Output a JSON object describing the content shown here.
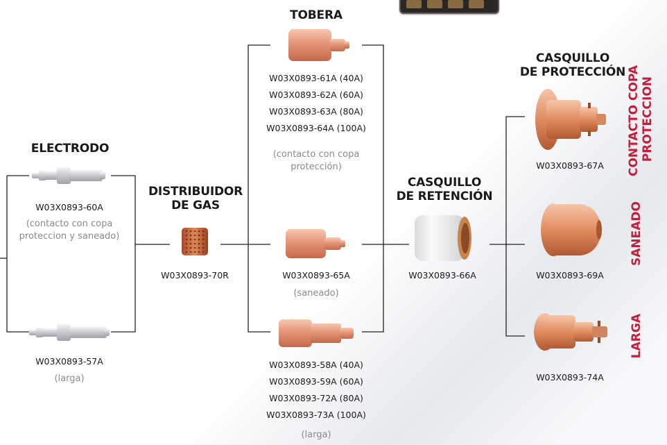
{
  "titles": {
    "tobera": "TOBERA",
    "electrodo": "ELECTRODO",
    "distribuidor_1": "DISTRIBUIDOR",
    "distribuidor_2": "DE GAS",
    "retencion_1": "CASQUILLO",
    "retencion_2": "DE RETENCIÓN",
    "proteccion_1": "CASQUILLO",
    "proteccion_2": "DE PROTECCIÓN"
  },
  "electrodo": {
    "top_code": "W03X0893-60A",
    "top_note": "(contacto con copa proteccion y saneado)",
    "bottom_code": "W03X0893-57A",
    "bottom_note": "(larga)"
  },
  "distribuidor": {
    "code": "W03X0893-70R"
  },
  "tobera": {
    "top_codes": [
      "W03X0893-61A (40A)",
      "W03X0893-62A (60A)",
      "W03X0893-63A (80A)",
      "W03X0893-64A (100A)"
    ],
    "top_note": "(contacto con copa protección)",
    "mid_code": "W03X0893-65A",
    "mid_note": "(saneado)",
    "bottom_codes": [
      "W03X0893-58A (40A)",
      "W03X0893-59A (60A)",
      "W03X0893-72A (80A)",
      "W03X0893-73A (100A)"
    ],
    "bottom_note": "(larga)"
  },
  "retencion": {
    "code": "W03X0893-66A"
  },
  "proteccion": {
    "top_code": "W03X0893-67A",
    "mid_code": "W03X0893-69A",
    "bottom_code": "W03X0893-74A"
  },
  "side_labels": {
    "contacto_1": "CONTACTO COPA",
    "contacto_2": "PROTECCION",
    "saneado": "SANEADO",
    "larga": "LARGA"
  },
  "colors": {
    "accent": "#c31f3a",
    "line": "#222222",
    "copper": "#e0906e"
  }
}
